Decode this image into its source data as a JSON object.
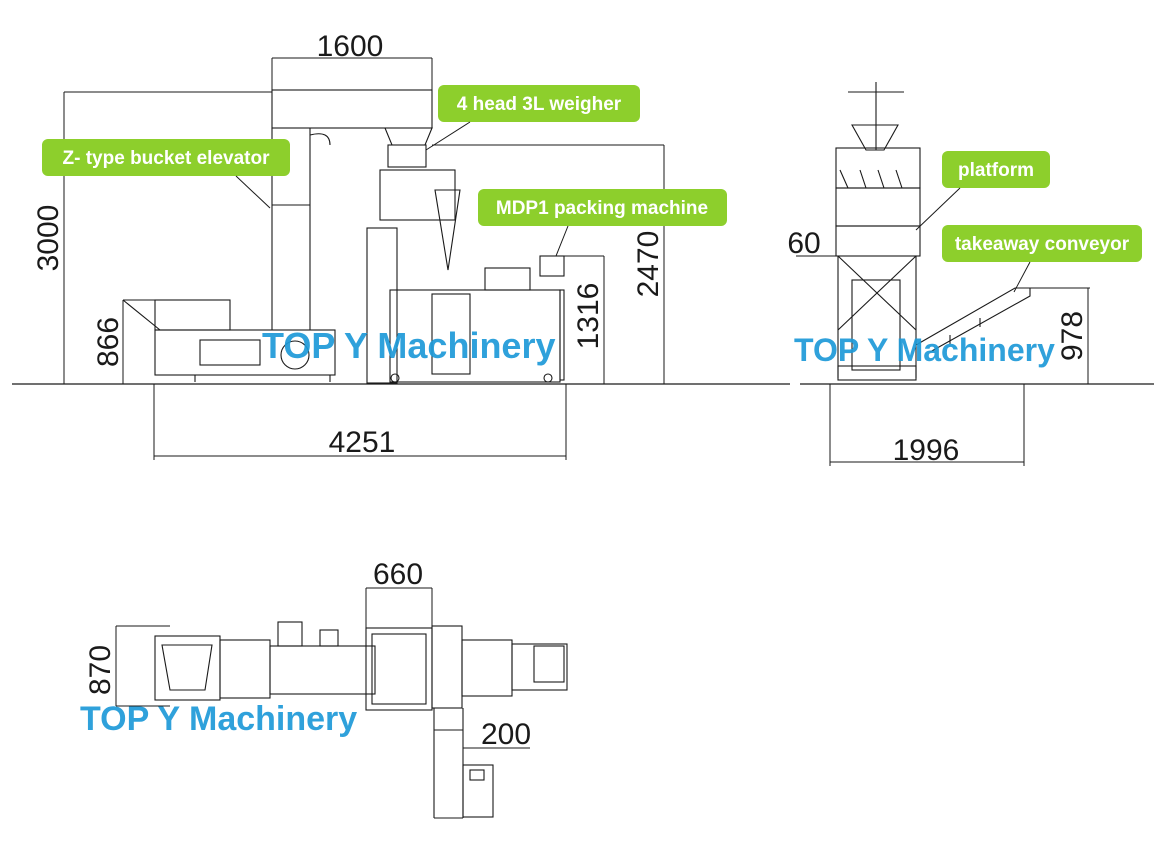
{
  "callouts": {
    "elevator": "Z- type bucket elevator",
    "weigher": "4 head 3L weigher",
    "packing": "MDP1 packing machine",
    "platform": "platform",
    "conveyor": "takeaway conveyor"
  },
  "dimensions": {
    "top_width": "1600",
    "total_height": "3000",
    "feeder_height": "866",
    "weigher_height": "2470",
    "packer_height": "1316",
    "total_length": "4251",
    "platform_height": "60",
    "conveyor_height": "978",
    "side_width": "1996",
    "plan_width": "660",
    "plan_depth": "870",
    "plan_offset": "200"
  },
  "watermark": "TOP Y Machinery",
  "colors": {
    "callout_bg": "#8dcf2c",
    "callout_text": "#ffffff",
    "watermark": "#1e9ad8",
    "drawing_lines": "#1a1a1a"
  }
}
